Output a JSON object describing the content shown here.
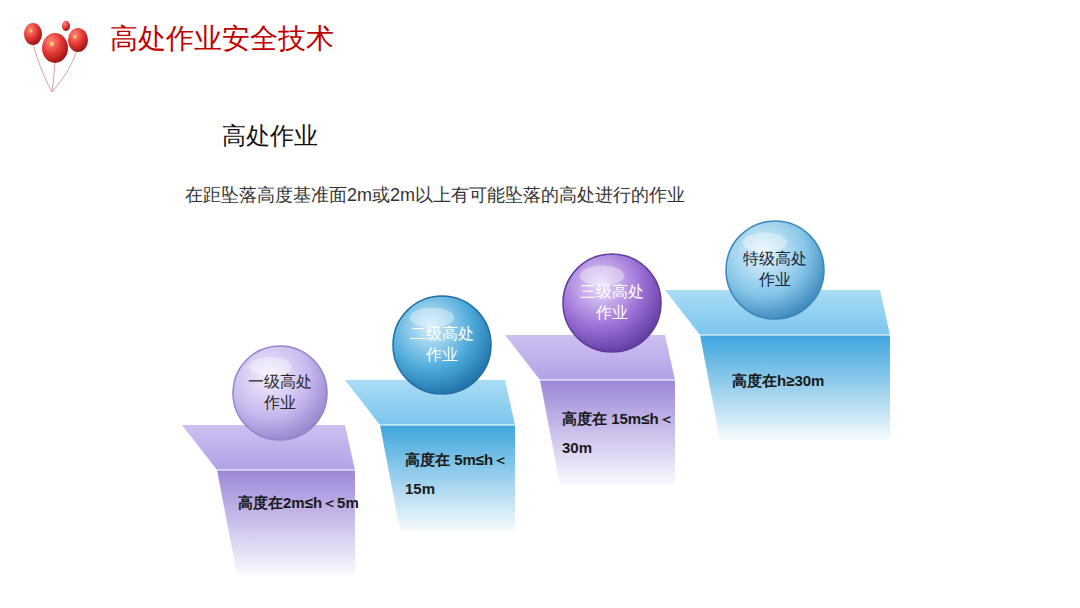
{
  "diagram": {
    "title": "高处作业安全技术",
    "nodes": [
      {
        "text": [
          "高度在2m≤h＜5m"
        ]
      },
      {
        "text": [
          "一级高处作业"
        ]
      },
      {
        "text": [
          "高度在 5m≤h＜15m"
        ]
      },
      {
        "text": [
          "二级高处作业"
        ]
      },
      {
        "text": [
          "高度在 15m≤h＜30m"
        ]
      },
      {
        "text": [
          "三级高处作业"
        ]
      },
      {
        "text": [
          "高度在h≥30m"
        ]
      },
      {
        "text": [
          "特级高处作业"
        ]
      }
    ],
    "labels": [
      "高处作业",
      "在距坠落高度基准面2m或2m以上有可能坠落的高处进行的作业"
    ]
  }
}
